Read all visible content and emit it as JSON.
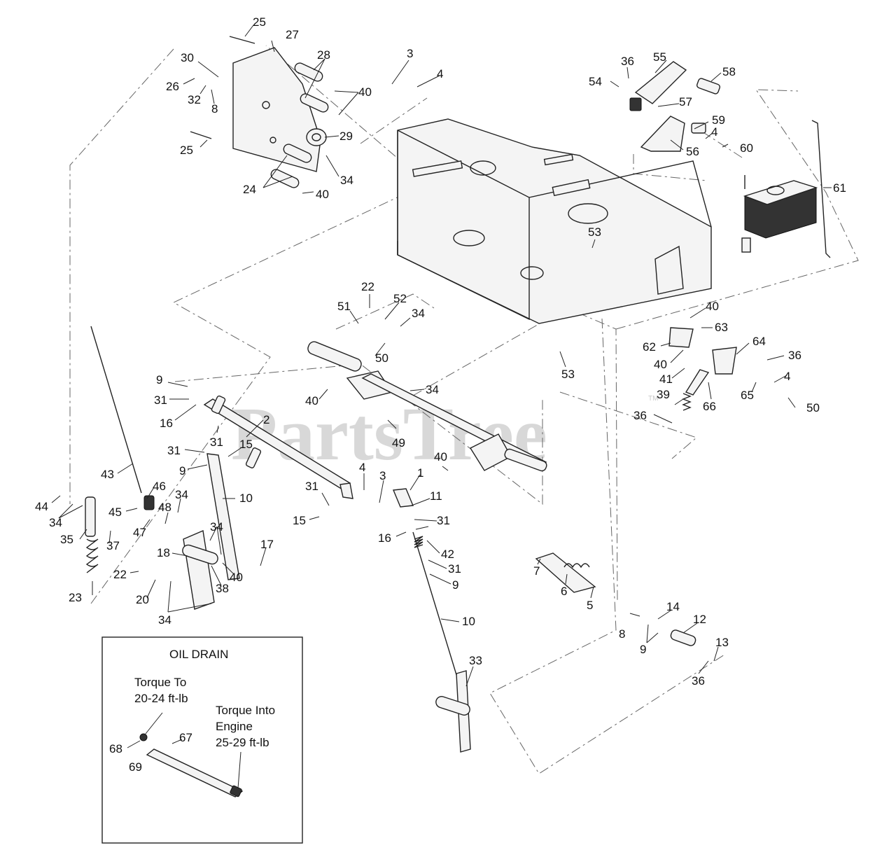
{
  "watermark": {
    "text": "PartsTree",
    "trademark": "TM"
  },
  "oil_drain_box": {
    "title": "OIL DRAIN",
    "torque_to_lines": [
      "Torque To",
      "20-24 ft-lb"
    ],
    "torque_into_lines": [
      "Torque Into",
      "Engine",
      "25-29 ft-lb"
    ]
  },
  "callouts": [
    "25",
    "27",
    "30",
    "26",
    "32",
    "8",
    "28",
    "40",
    "29",
    "25",
    "34",
    "24",
    "40",
    "3",
    "4",
    "36",
    "55",
    "58",
    "54",
    "57",
    "59",
    "4",
    "60",
    "56",
    "61",
    "53",
    "22",
    "52",
    "51",
    "34",
    "50",
    "40",
    "63",
    "64",
    "36",
    "62",
    "40",
    "41",
    "4",
    "65",
    "66",
    "50",
    "39",
    "36",
    "53",
    "9",
    "31",
    "16",
    "2",
    "31",
    "15",
    "31",
    "9",
    "49",
    "40",
    "34",
    "43",
    "44",
    "34",
    "46",
    "45",
    "47",
    "48",
    "34",
    "35",
    "37",
    "10",
    "34",
    "18",
    "17",
    "40",
    "22",
    "38",
    "23",
    "20",
    "34",
    "40",
    "4",
    "3",
    "1",
    "11",
    "31",
    "31",
    "16",
    "15",
    "42",
    "31",
    "9",
    "10",
    "33",
    "7",
    "6",
    "5",
    "8",
    "14",
    "9",
    "12",
    "13",
    "36",
    "68",
    "67",
    "69"
  ]
}
